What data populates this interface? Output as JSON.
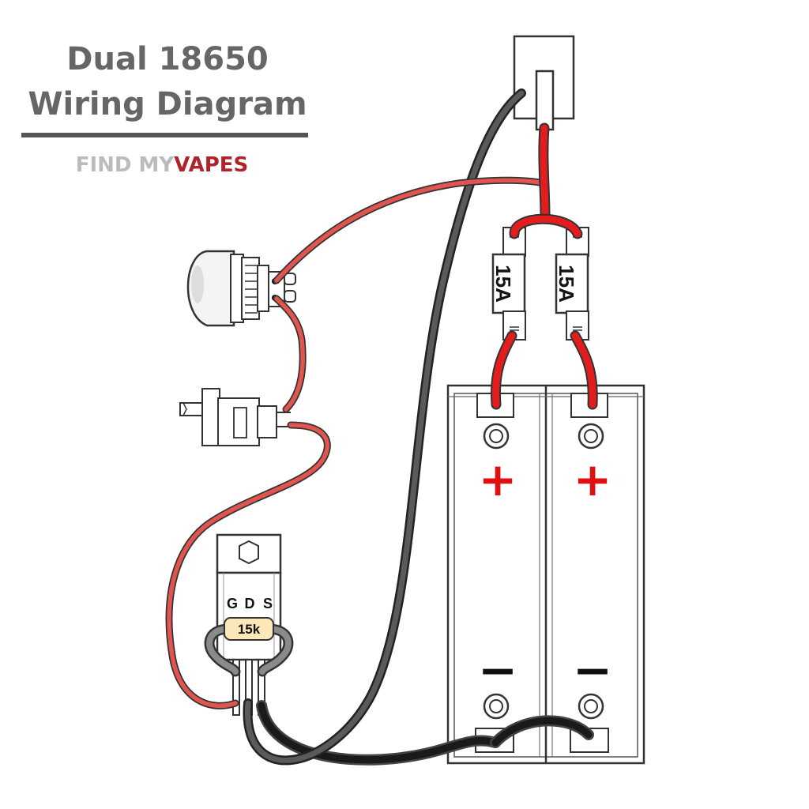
{
  "title": {
    "line1": "Dual 18650",
    "line2": "Wiring Diagram"
  },
  "brand": {
    "part1": "FIND MY",
    "part2": "VAPES"
  },
  "fuses": [
    {
      "rating": "15A"
    },
    {
      "rating": "15A"
    }
  ],
  "mosfet": {
    "pins": [
      "G",
      "D",
      "S"
    ],
    "resistor": "15k"
  },
  "battery_bays": [
    {
      "positive": "+",
      "negative": "−"
    },
    {
      "positive": "+",
      "negative": "−"
    }
  ],
  "colors": {
    "positive_wire": "#d8312c",
    "negative_wire": "#222222",
    "polarity_plus": "#e01010",
    "polarity_minus": "#111111",
    "title_text": "#666666",
    "brand_accent": "#b0232a"
  },
  "icons": [
    "fire-button-icon",
    "510-connector-icon",
    "mosfet-icon",
    "fuse-icon",
    "battery-sled-icon"
  ]
}
